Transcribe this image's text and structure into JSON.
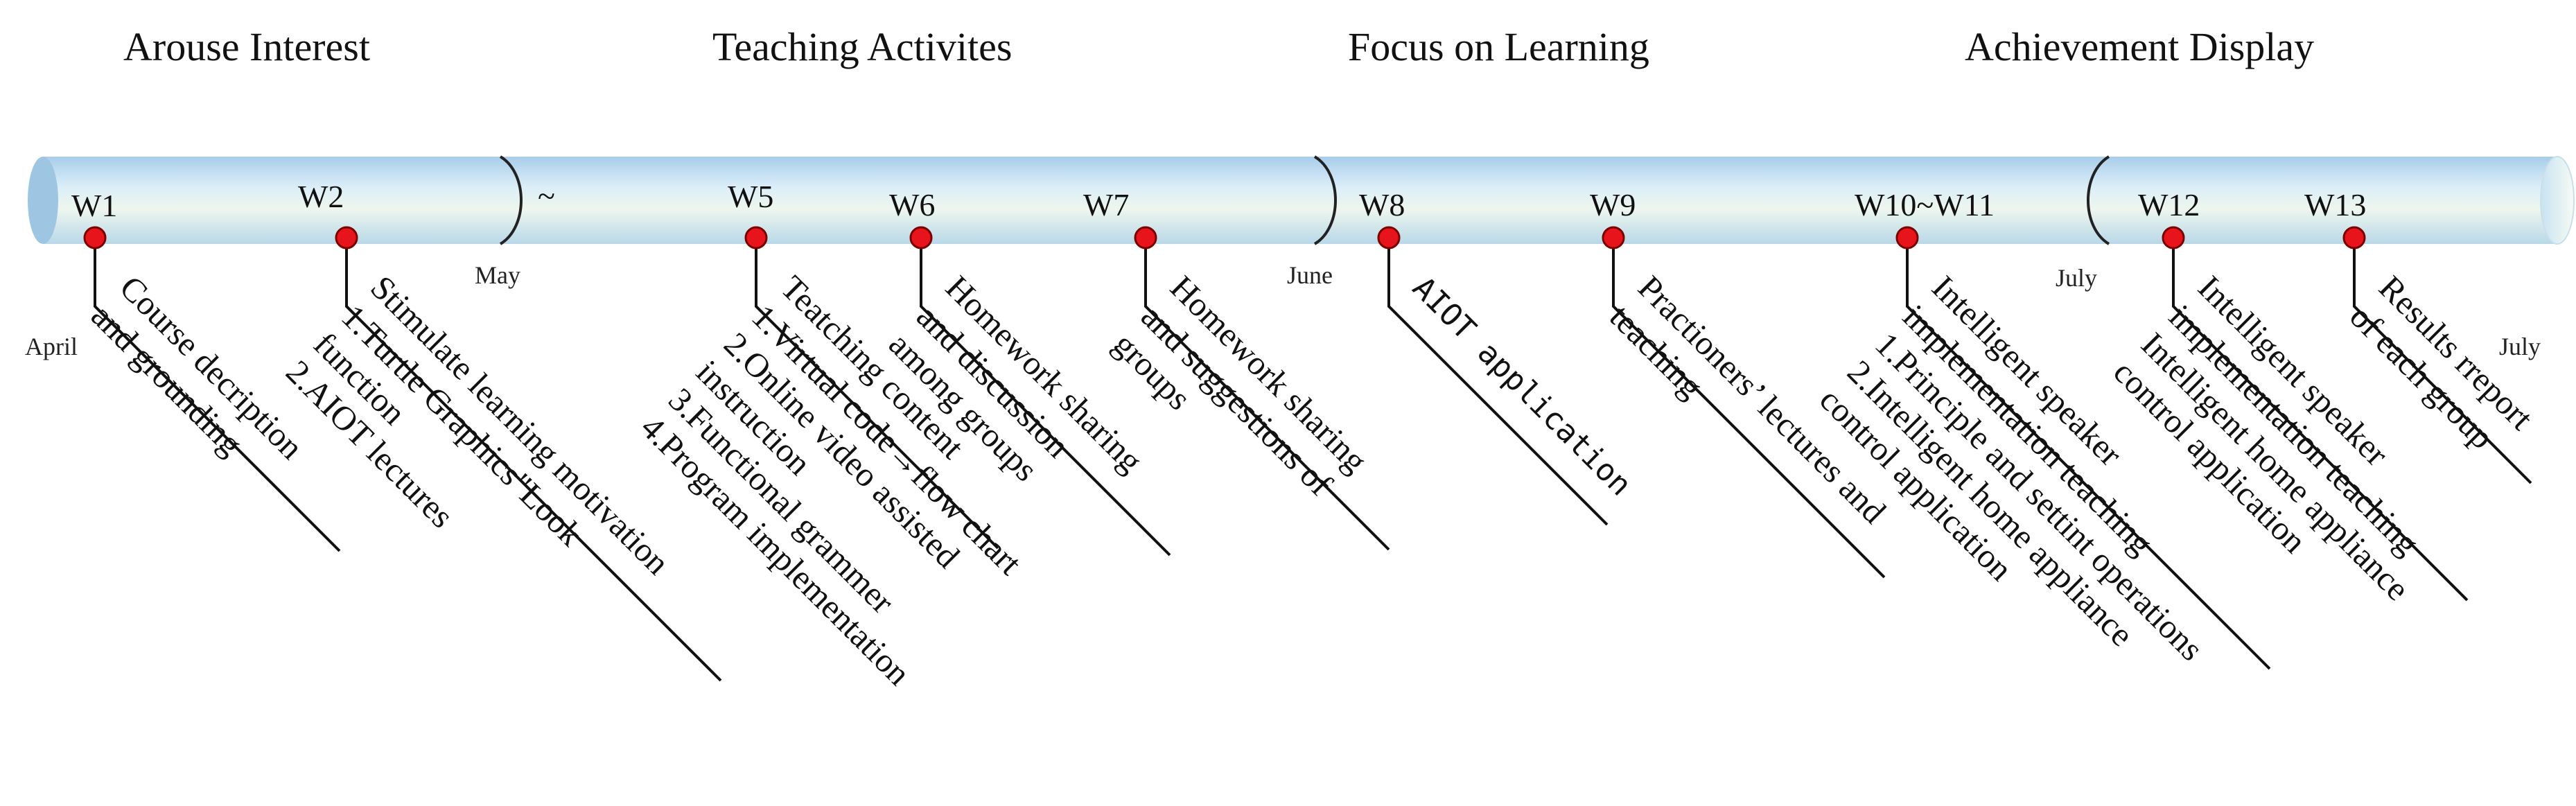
{
  "phases": [
    {
      "label": "Arouse Interest"
    },
    {
      "label": "Teaching Activites"
    },
    {
      "label": "Focus on Learning"
    },
    {
      "label": "Achievement Display"
    }
  ],
  "separator": "~",
  "months": [
    "April",
    "May",
    "June",
    "July",
    "July"
  ],
  "weeks": [
    {
      "label": "W1",
      "lines": [
        "Course decription",
        "and grounding"
      ]
    },
    {
      "label": "W2",
      "lines": [
        "Stimulate learning motivation",
        "1.Turtle Graphics\"Look",
        "function",
        "2.AIOT lectures"
      ]
    },
    {
      "label": "W5",
      "lines": [
        "Teatching content",
        "1.Virtual code→flow chart",
        "2.Online video assisted",
        "instruction",
        "3.Functional grammer",
        "4.Program implementation"
      ]
    },
    {
      "label": "W6",
      "lines": [
        "Homework sharing",
        "and discussion",
        "among groups"
      ]
    },
    {
      "label": "W7",
      "lines": [
        "Homework sharing",
        "and suggestions of",
        "groups"
      ]
    },
    {
      "label": "W8",
      "lines": [
        "AIOT application"
      ]
    },
    {
      "label": "W9",
      "lines": [
        "Practioners’  lectures and",
        "teaching"
      ]
    },
    {
      "label": "W10~W11",
      "lines": [
        "Intelligent speaker",
        "implementation teaching",
        "1.Principle and settint operations",
        "2.Intelligent home appliance",
        "control application"
      ]
    },
    {
      "label": "W12",
      "lines": [
        "Intelligent speaker",
        "implementation teaching",
        "Intelligent home appliance",
        "control application"
      ]
    },
    {
      "label": "W13",
      "lines": [
        "Results rreport",
        "of each group"
      ]
    }
  ]
}
